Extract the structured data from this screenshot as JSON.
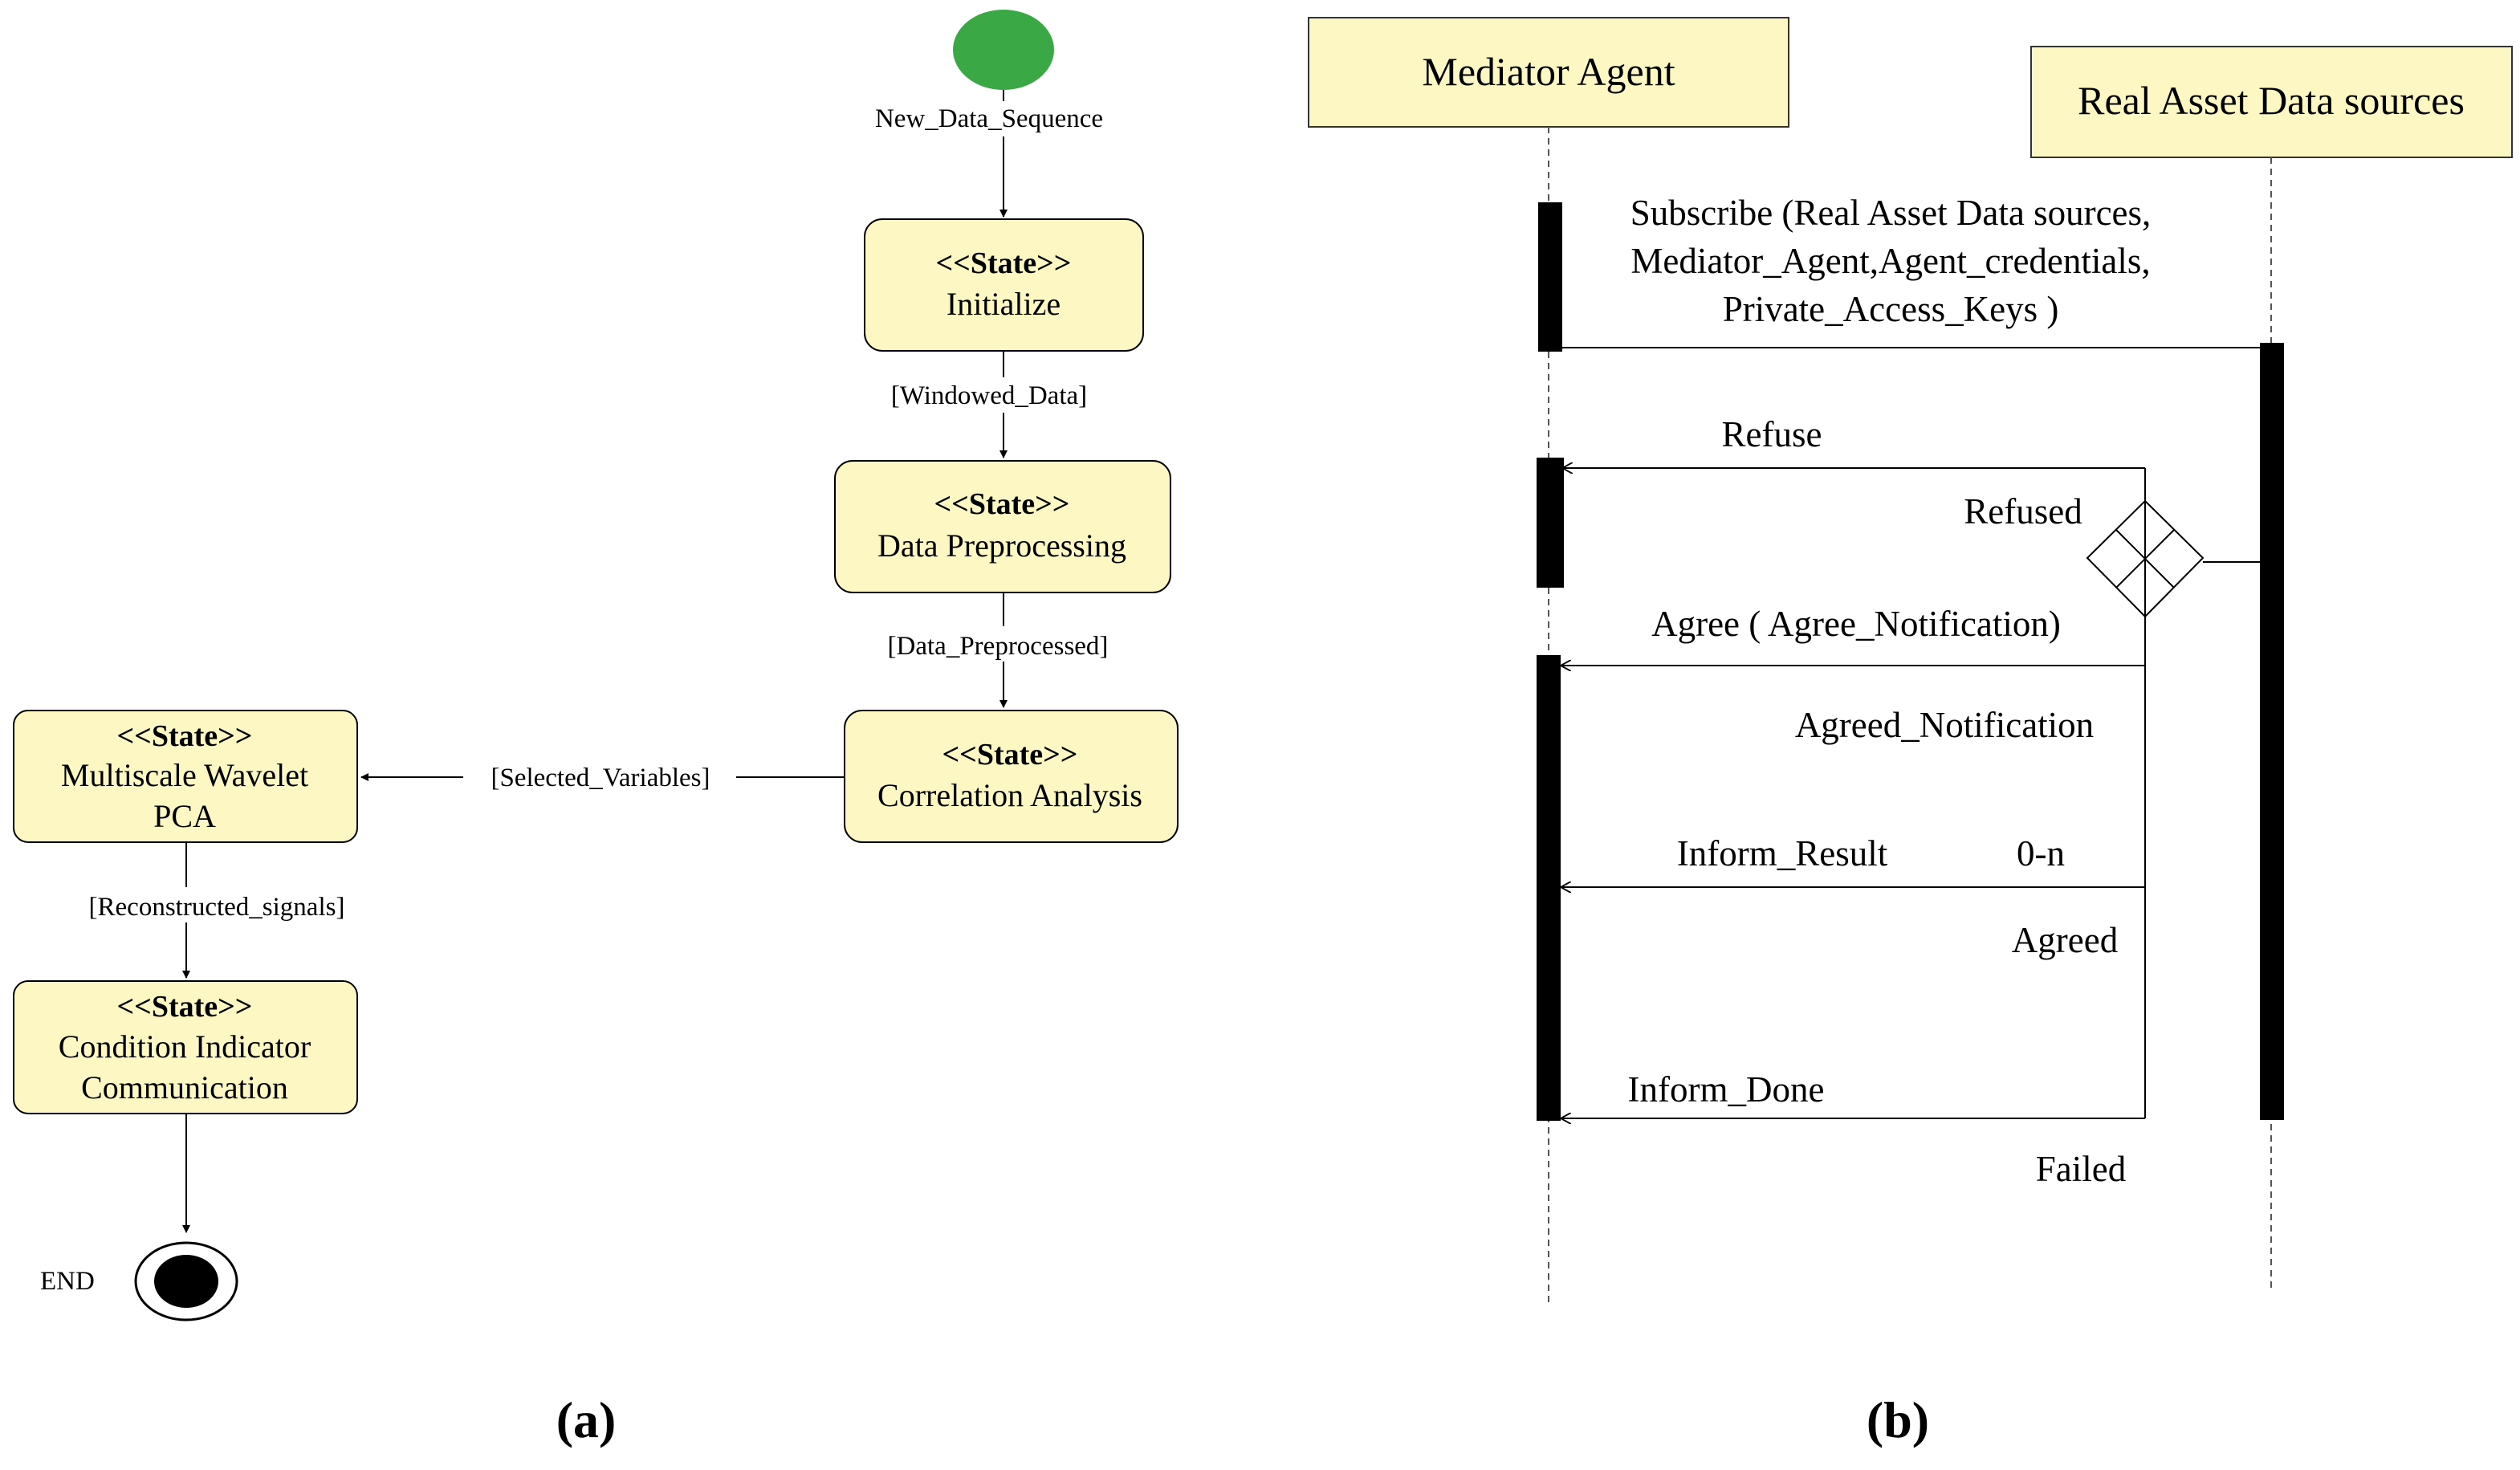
{
  "colors": {
    "state_fill": "#fcf7c3",
    "start_node": "#3aa845",
    "lifeline_fill": "#fcf7c3",
    "ink": "#000000"
  },
  "panel_a": {
    "label": "(a)",
    "start_transition": "New_Data_Sequence",
    "states": [
      {
        "stereotype": "<<State>>",
        "lines": [
          "Initialize"
        ]
      },
      {
        "stereotype": "<<State>>",
        "lines": [
          "Data Preprocessing"
        ]
      },
      {
        "stereotype": "<<State>>",
        "lines": [
          "Correlation Analysis"
        ]
      },
      {
        "stereotype": "<<State>>",
        "lines": [
          "Multiscale Wavelet",
          "PCA"
        ]
      },
      {
        "stereotype": "<<State>>",
        "lines": [
          "Condition Indicator",
          "Communication"
        ]
      }
    ],
    "transitions": [
      "[Windowed_Data]",
      "[Data_Preprocessed]",
      "[Selected_Variables]",
      "[Reconstructed_signals]"
    ],
    "end_label": "END"
  },
  "panel_b": {
    "label": "(b)",
    "lifelines": [
      "Mediator Agent",
      "Real Asset Data sources"
    ],
    "subscribe_lines": [
      "Subscribe (Real Asset Data sources,",
      "Mediator_Agent,Agent_credentials,",
      "Private_Access_Keys )"
    ],
    "messages": {
      "refuse": "Refuse",
      "refused": "Refused",
      "agree": "Agree ( Agree_Notification)",
      "agreed_notification": "Agreed_Notification",
      "inform_result": "Inform_Result",
      "multiplicity": "0-n",
      "agreed": "Agreed",
      "inform_done": "Inform_Done",
      "failed": "Failed"
    }
  }
}
